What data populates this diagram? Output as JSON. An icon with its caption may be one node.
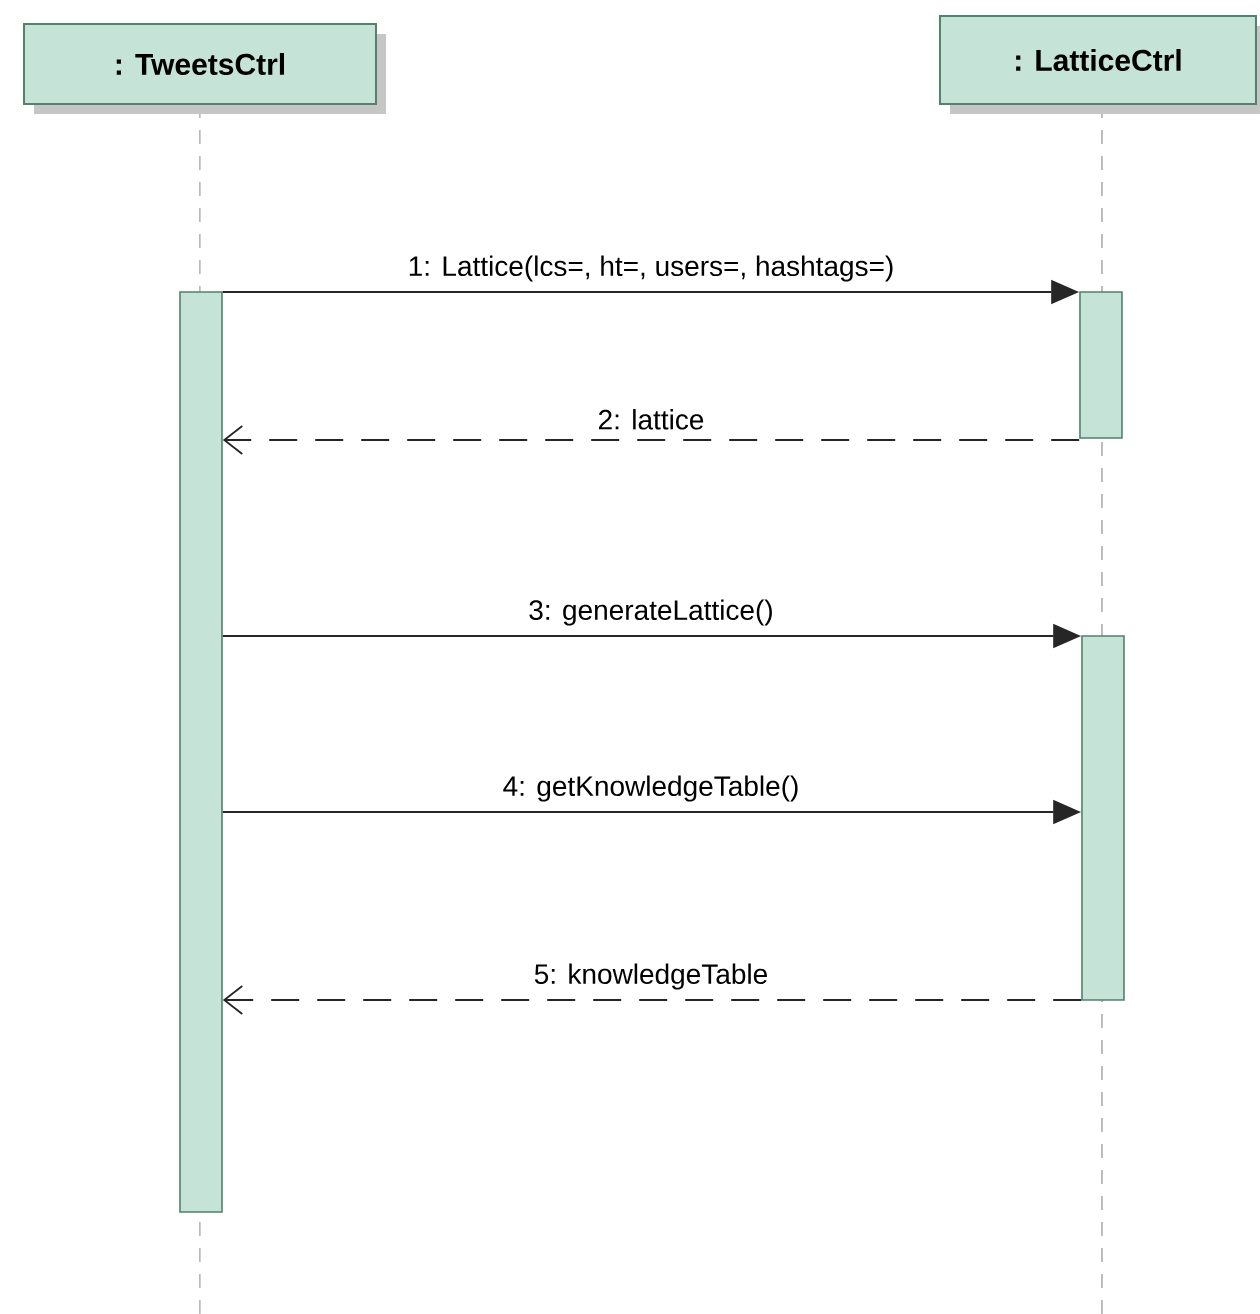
{
  "diagram": {
    "nodes": [
      {
        "text": [
          ": TweetsCtrl"
        ]
      },
      {
        "text": [
          ": LatticeCtrl"
        ]
      },
      {
        "text": [],
        "shape": "bar"
      },
      {
        "text": [],
        "shape": "bar"
      },
      {
        "text": [],
        "shape": "bar"
      }
    ],
    "edges": [
      {
        "from": 2,
        "to": 3,
        "arrow": "to",
        "label": "1: Lattice(lcs=, ht=, users=, hashtags=)"
      },
      {
        "from": 3,
        "to": 2,
        "arrow": "to",
        "label": "2: lattice",
        "style": "dashed"
      },
      {
        "from": 2,
        "to": 4,
        "arrow": "to",
        "label": "3: generateLattice()"
      },
      {
        "from": 2,
        "to": 4,
        "arrow": "to",
        "label": "4: getKnowledgeTable()"
      },
      {
        "from": 4,
        "to": 2,
        "arrow": "to",
        "label": "5: knowledgeTable",
        "style": "dashed"
      }
    ]
  }
}
